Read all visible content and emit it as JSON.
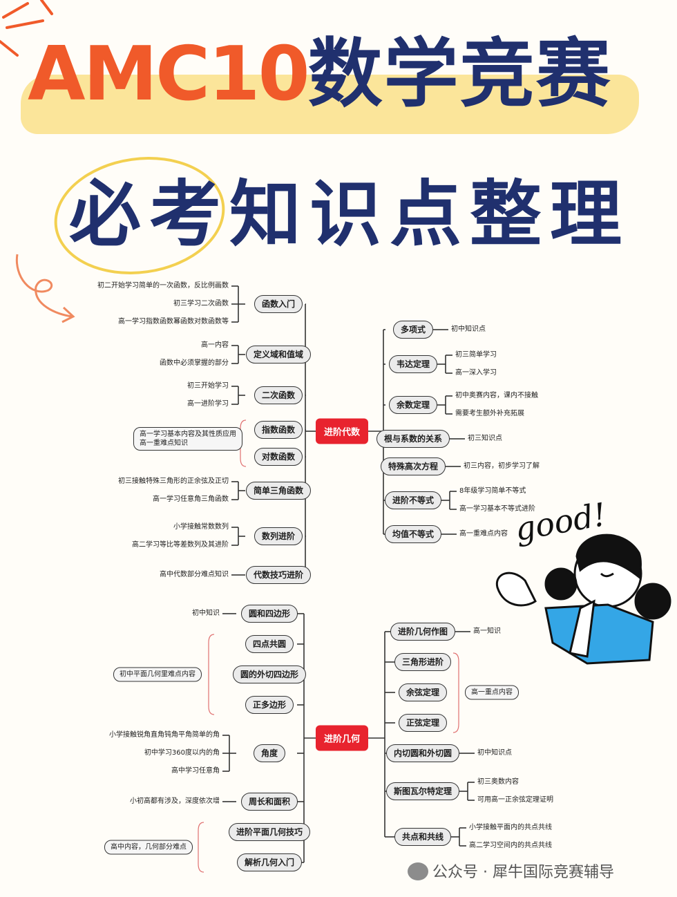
{
  "header": {
    "line1_latin": "AMC10",
    "line1_cn": "数学竞赛",
    "line2": "必考知识点整理"
  },
  "sticker": {
    "text": "good!"
  },
  "algebra": {
    "root": "进阶代数",
    "left": [
      {
        "label": "函数入门",
        "notes": [
          "初二开始学习简单的一次函数，反比例画数",
          "初三学习二次函数",
          "高一学习指数函数幂函数对数函数等"
        ]
      },
      {
        "label": "定义域和值域",
        "notes": [
          "高一内容",
          "函数中必须掌握的部分"
        ]
      },
      {
        "label": "二次函数",
        "notes": [
          "初三开始学习",
          "高一进阶学习"
        ]
      },
      {
        "label": "指数函数",
        "notes": []
      },
      {
        "label": "对数函数",
        "notes": []
      },
      {
        "label": "简单三角函数",
        "notes": [
          "初三接触特殊三角形的正余弦及正切",
          "高一学习任意角三角函数"
        ]
      },
      {
        "label": "数列进阶",
        "notes": [
          "小学接触常数数列",
          "高二学习等比等差数列及其进阶"
        ]
      },
      {
        "label": "代数技巧进阶",
        "notes": [
          "高中代数部分难点知识"
        ]
      }
    ],
    "shared_box": [
      "高一学习基本内容及其性质应用",
      "高一重难点知识"
    ],
    "right": [
      {
        "label": "多项式",
        "notes": [
          "初中知识点"
        ]
      },
      {
        "label": "韦达定理",
        "notes": [
          "初三简单学习",
          "高一深入学习"
        ]
      },
      {
        "label": "余数定理",
        "notes": [
          "初中奥赛内容，课内不接触",
          "需要考生额外补充拓展"
        ]
      },
      {
        "label": "根与系数的关系",
        "notes": [
          "初三知识点"
        ]
      },
      {
        "label": "特殊高次方程",
        "notes": [
          "初三内容，初步学习了解"
        ]
      },
      {
        "label": "进阶不等式",
        "notes": [
          "8年级学习简单不等式",
          "高一学习基本不等式进阶"
        ]
      },
      {
        "label": "均值不等式",
        "notes": [
          "高一重难点内容"
        ]
      }
    ]
  },
  "geometry": {
    "root": "进阶几何",
    "left": [
      {
        "label": "圆和四边形",
        "notes": [
          "初中知识"
        ]
      },
      {
        "label": "四点共圆",
        "notes": []
      },
      {
        "label": "圆的外切四边形",
        "notes": []
      },
      {
        "label": "正多边形",
        "notes": []
      },
      {
        "label": "角度",
        "notes": [
          "小学接触锐角直角钝角平角简单的角",
          "初中学习360度以内的角",
          "高中学习任意角"
        ]
      },
      {
        "label": "周长和面积",
        "notes": [
          "小初高都有涉及，深度依次增"
        ]
      },
      {
        "label": "进阶平面几何技巧",
        "notes": []
      },
      {
        "label": "解析几何入门",
        "notes": []
      }
    ],
    "left_box_1": "初中平面几何里难点内容",
    "left_box_2": "高中内容，几何部分难点",
    "right": [
      {
        "label": "进阶几何作图",
        "notes": [
          "高一知识"
        ]
      },
      {
        "label": "三角形进阶",
        "notes": []
      },
      {
        "label": "余弦定理",
        "notes": []
      },
      {
        "label": "正弦定理",
        "notes": []
      },
      {
        "label": "内切圆和外切圆",
        "notes": [
          "初中知识点"
        ]
      },
      {
        "label": "斯图瓦尔特定理",
        "notes": [
          "初三奥数内容",
          "可用高一正余弦定理证明"
        ]
      },
      {
        "label": "共点和共线",
        "notes": [
          "小学接触平面内的共点共线",
          "高二学习空间内的共点共线"
        ]
      }
    ],
    "right_box": "高一重点内容"
  },
  "watermark": "公众号 · 犀牛国际竞赛辅导",
  "colors": {
    "accent_orange": "#f05a2a",
    "navy": "#20306e",
    "highlight": "#fbe59a",
    "root_red": "#e8232e"
  }
}
